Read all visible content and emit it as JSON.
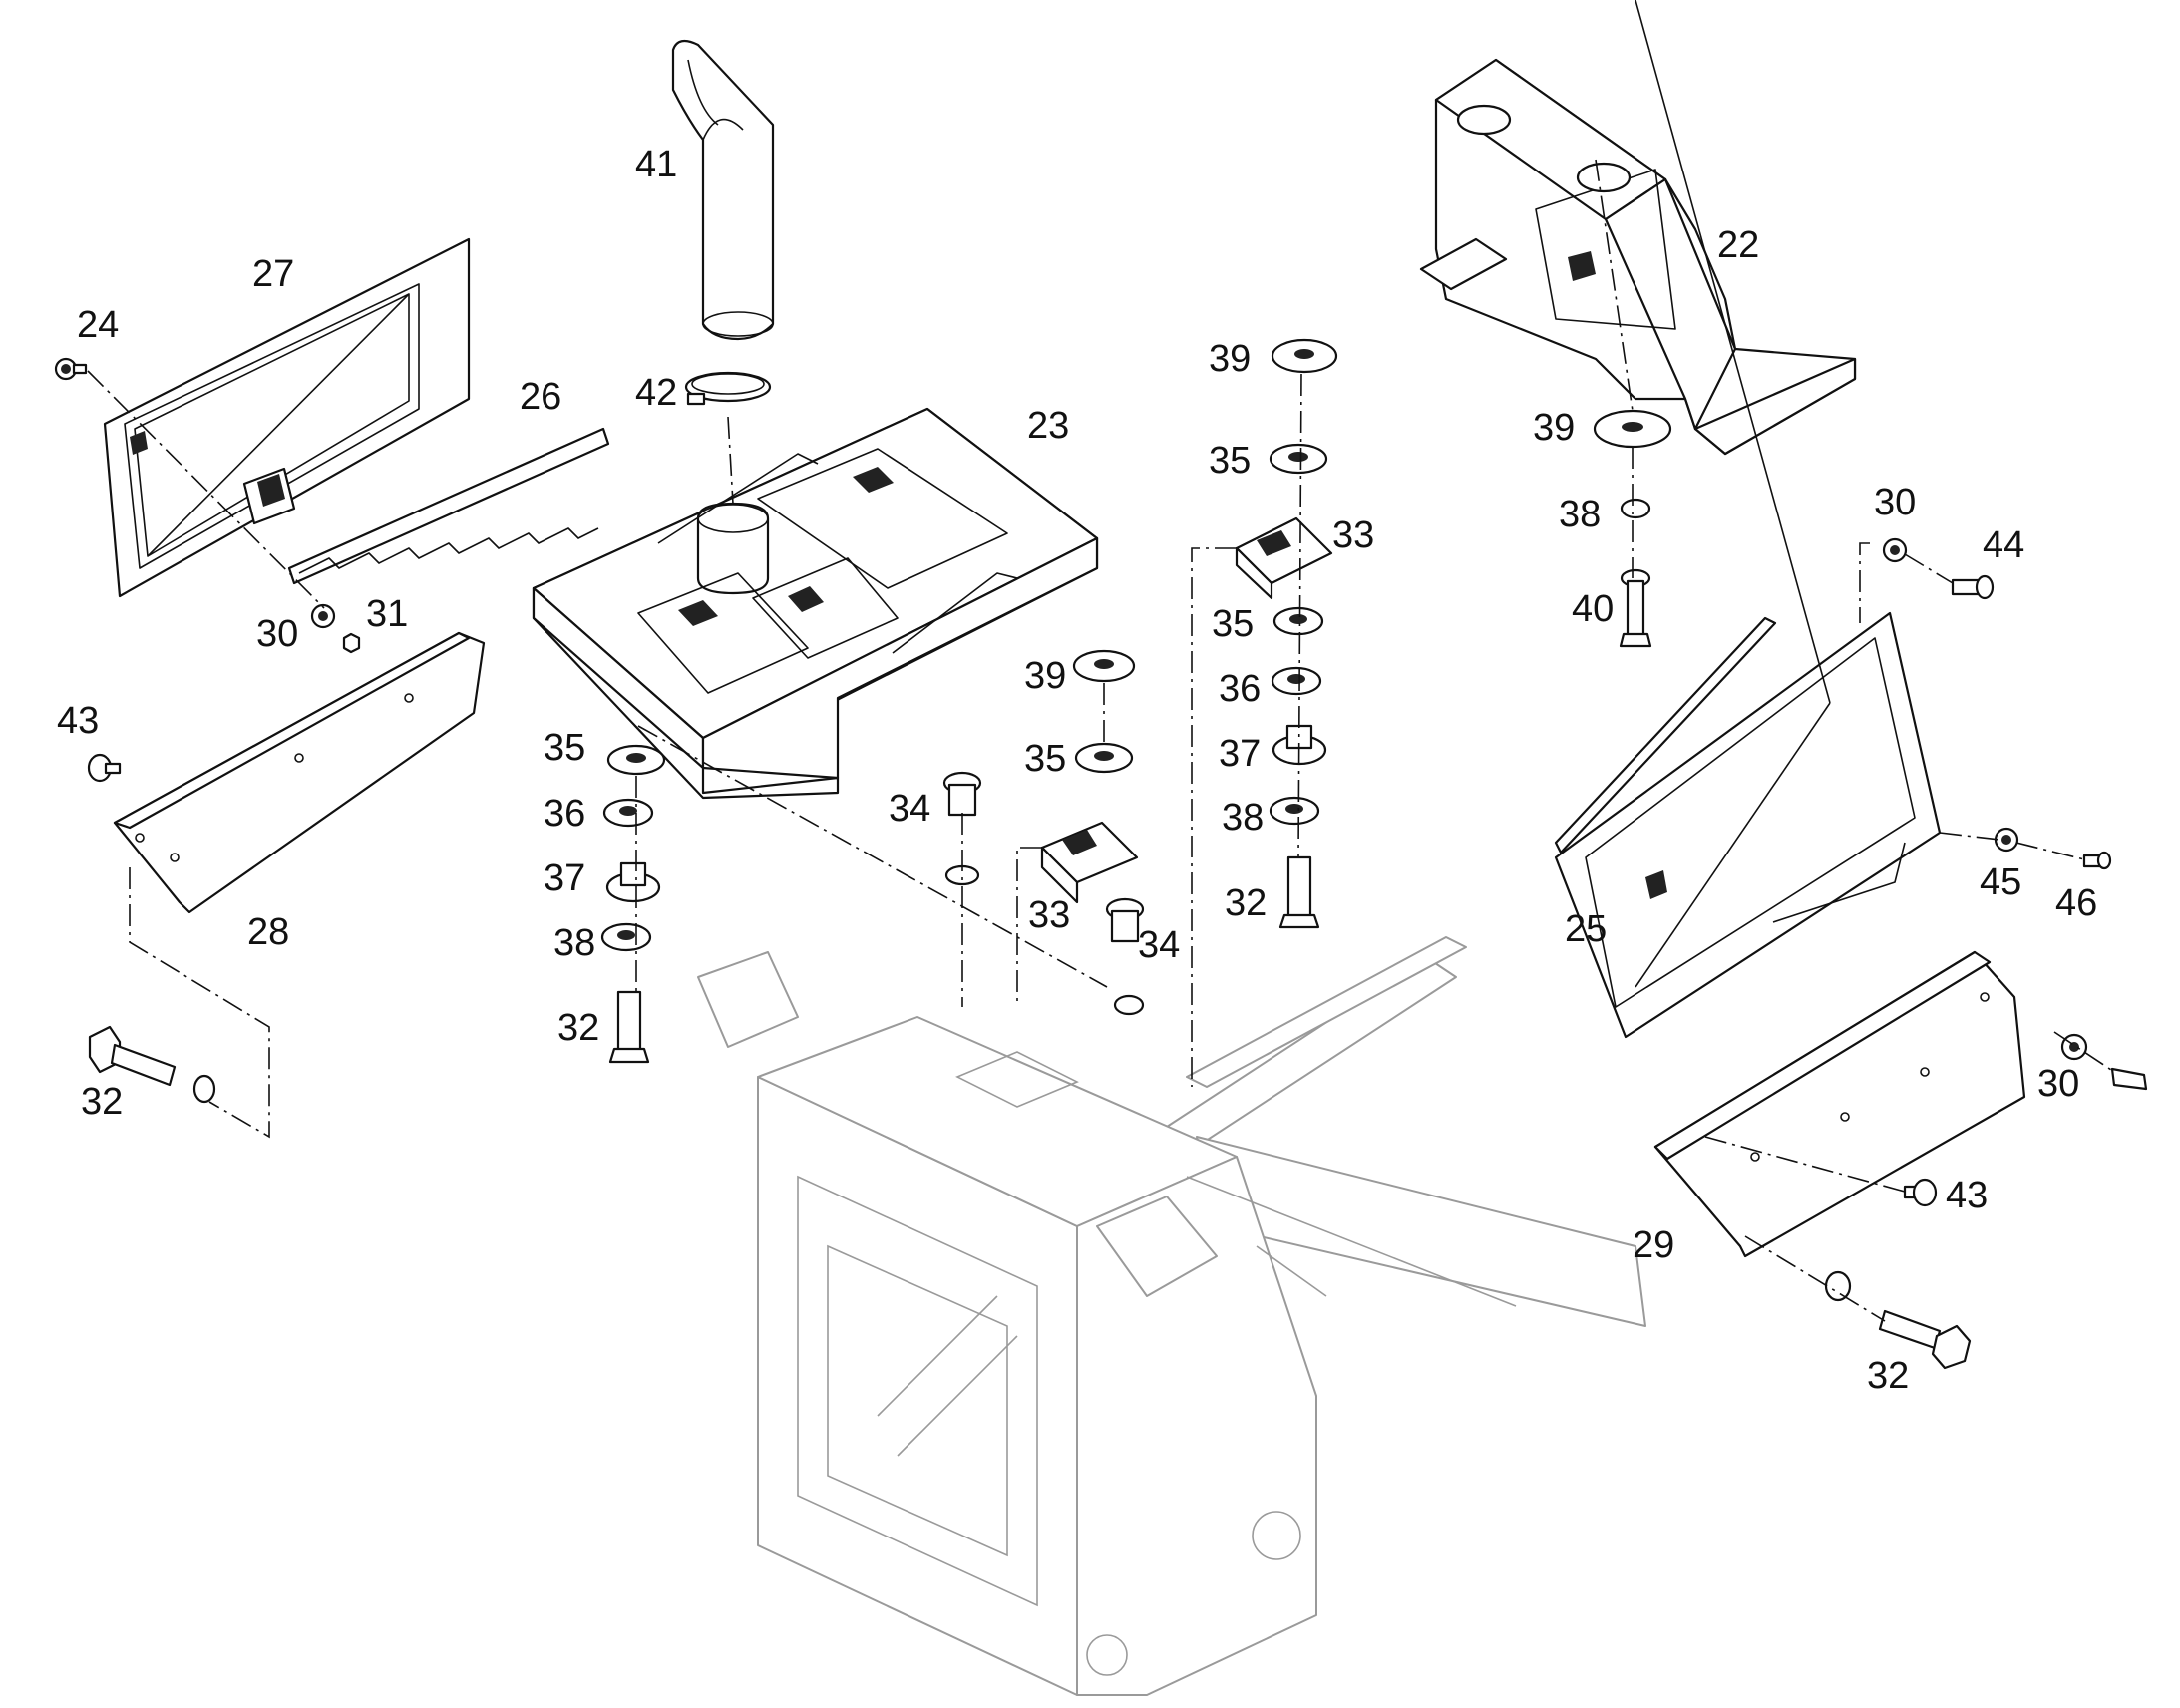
{
  "diagram": {
    "callouts": [
      {
        "id": "c41",
        "label": "41"
      },
      {
        "id": "c27",
        "label": "27"
      },
      {
        "id": "c24",
        "label": "24"
      },
      {
        "id": "c26",
        "label": "26"
      },
      {
        "id": "c42",
        "label": "42"
      },
      {
        "id": "c23",
        "label": "23"
      },
      {
        "id": "c30a",
        "label": "30"
      },
      {
        "id": "c31",
        "label": "31"
      },
      {
        "id": "c43a",
        "label": "43"
      },
      {
        "id": "c28",
        "label": "28"
      },
      {
        "id": "c32a",
        "label": "32"
      },
      {
        "id": "c35a",
        "label": "35"
      },
      {
        "id": "c36a",
        "label": "36"
      },
      {
        "id": "c37a",
        "label": "37"
      },
      {
        "id": "c38a",
        "label": "38"
      },
      {
        "id": "c32b",
        "label": "32"
      },
      {
        "id": "c34a",
        "label": "34"
      },
      {
        "id": "c39a",
        "label": "39"
      },
      {
        "id": "c35b",
        "label": "35"
      },
      {
        "id": "c33a",
        "label": "33"
      },
      {
        "id": "c34b",
        "label": "34"
      },
      {
        "id": "c39b",
        "label": "39"
      },
      {
        "id": "c35c",
        "label": "35"
      },
      {
        "id": "c33b",
        "label": "33"
      },
      {
        "id": "c35d",
        "label": "35"
      },
      {
        "id": "c36b",
        "label": "36"
      },
      {
        "id": "c37b",
        "label": "37"
      },
      {
        "id": "c38b",
        "label": "38"
      },
      {
        "id": "c32c",
        "label": "32"
      },
      {
        "id": "c22",
        "label": "22"
      },
      {
        "id": "c39c",
        "label": "39"
      },
      {
        "id": "c38c",
        "label": "38"
      },
      {
        "id": "c40",
        "label": "40"
      },
      {
        "id": "c30b",
        "label": "30"
      },
      {
        "id": "c44",
        "label": "44"
      },
      {
        "id": "c25",
        "label": "25"
      },
      {
        "id": "c45",
        "label": "45"
      },
      {
        "id": "c46",
        "label": "46"
      },
      {
        "id": "c30c",
        "label": "30"
      },
      {
        "id": "c43b",
        "label": "43"
      },
      {
        "id": "c29",
        "label": "29"
      },
      {
        "id": "c32d",
        "label": "32"
      }
    ]
  }
}
